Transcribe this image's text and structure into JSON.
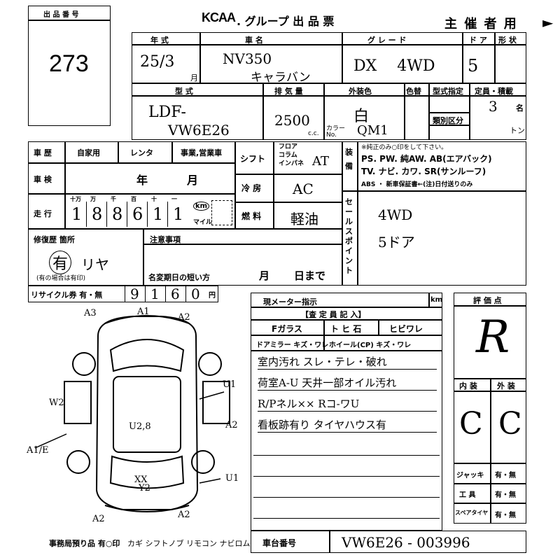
{
  "header": {
    "lot_label": "出 品 番 号",
    "lot_number": "273",
    "brand": "KCAA",
    "title": ". グループ 出 品 票",
    "copy_label": "主 催 者 用",
    "arrow": "►"
  },
  "row1": {
    "year_label": "年 式",
    "car_name_label": "車 名",
    "grade_label": "グ レ ー ド",
    "door_label": "ド ア",
    "shape_label": "形 状",
    "year_value": "25/3",
    "year_unit": "月",
    "car_name_line1": "NV350",
    "car_name_line2": "キャラバン",
    "grade_value": "DX 4WD",
    "doors_value": "5"
  },
  "row2": {
    "model_label": "型 式",
    "displacement_label": "排 気 量",
    "exterior_color_label": "外装色",
    "color_change_label": "色替",
    "type_designation_label": "型式指定",
    "capacity_label": "定員・積載",
    "category_label": "類別区分",
    "model_line1": "LDF-",
    "model_line2": "VW6E26",
    "displacement_value": "2500",
    "cc_unit": "c.c.",
    "color_value": "白",
    "color_code_label": "カラー No.",
    "color_code": "QM1",
    "capacity_value": "3",
    "capacity_unit": "名",
    "ton_unit": "トン"
  },
  "history": {
    "vehicle_history_label": "車 歴",
    "private_label": "自家用",
    "rental_label": "レンタ",
    "business_label": "事業,営業車",
    "inspection_label": "車 検",
    "year_label": "年",
    "month_label": "月",
    "mileage_label": "走 行",
    "digit_labels": [
      "十万",
      "万",
      "千",
      "百",
      "十",
      "一"
    ],
    "mileage_digits": [
      "1",
      "8",
      "8",
      "6",
      "1",
      "1"
    ],
    "km_label": "km",
    "mile_label": "マイル"
  },
  "equipment": {
    "shift_label": "シフト",
    "floor_column_label": "フロア コラム インパネ",
    "shift_value": "AT",
    "ac_label": "冷 房",
    "ac_value": "AC",
    "fuel_label": "燃 料",
    "fuel_value": "軽油",
    "equipment_label": "装 備",
    "equip_note": "※純正のみ○印をして下さい。",
    "equip_line1": "PS. PW. 純AW. AB(エアバック)",
    "equip_line2": "TV. ナビ. カワ. SR(サンルーフ)",
    "equip_line3": "ABS ・ 新車保証書←(注)日付送りのみ"
  },
  "sales_points": {
    "label": "セールスポイント",
    "line1": "4WD",
    "line2": "5ドア"
  },
  "repair": {
    "label": "修復歴 箇所",
    "value": "有",
    "note": "(有の場合は有印)",
    "location": "リヤ",
    "caution_label": "注意事項",
    "name_change_label": "名変期日の短い方",
    "month_label": "月",
    "day_label": "日まで"
  },
  "recycle": {
    "label": "リサイクル券 有・無",
    "digits": [
      "9",
      "1",
      "6",
      "0"
    ],
    "yen_unit": "円"
  },
  "inspector": {
    "meter_label": "現メーター指示",
    "km_unit": "km",
    "report_label": "【査 定 員 記 入】",
    "glass_label": "Fガラス",
    "glass_options": "ト ヒ 石",
    "crack_label": "ヒビワレ",
    "mirror_label": "ドアミラー キズ・ワレ",
    "wheel_label": "ホイール(CP) キズ・ワレ",
    "notes": [
      "室内汚れ スレ・テレ・破れ",
      "荷室A-U 天井一部オイル汚れ",
      "R/Pネル×× Rコ-ワU",
      "看板跡有り タイヤハウス有"
    ]
  },
  "diagram": {
    "marks": [
      "A3",
      "A1",
      "A2",
      "U1",
      "W2",
      "U2,8",
      "A2",
      "A1/E",
      "U1",
      "XX",
      "Y2",
      "A2",
      "A2"
    ]
  },
  "rating": {
    "label": "評 価 点",
    "score": "R",
    "interior_label": "内 装",
    "exterior_label": "外 装",
    "interior_score": "C",
    "exterior_score": "C"
  },
  "accessories": {
    "jack_label": "ジャッキ",
    "tools_label": "工 具",
    "spare_label": "スペアタイヤ",
    "have_none": "有・無"
  },
  "footer": {
    "office_note": "事務局預り品 有○印",
    "items": "カギ シフトノブ リモコン ナビロム",
    "chassis_label": "車台番号",
    "chassis_value": "VW6E26 - 003996"
  }
}
